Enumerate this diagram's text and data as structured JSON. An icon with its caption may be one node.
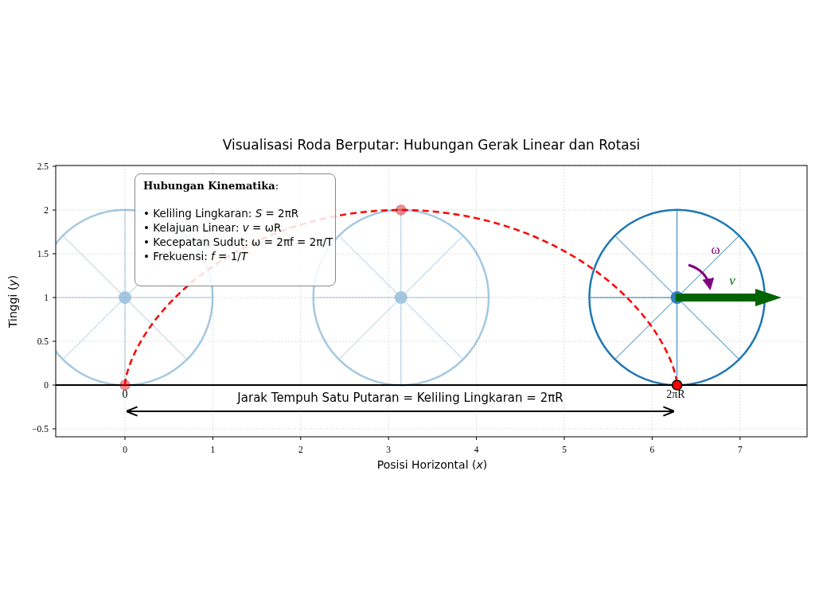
{
  "diagram": {
    "title": "Visualisasi Roda Berputar: Hubungan Gerak Linear dan Rotasi",
    "nodes": [
      {
        "text": [
          "**Hubungan Kinematika**:",
          "• Keliling Lingkaran: *S* = 2πR",
          "• Kelajuan Linear: *v* = ωR",
          "• Kecepatan Sudut: ω = 2πf = 2π/T",
          "• Frekuensi: *f* = 1/*T*"
        ]
      }
    ],
    "labels": [
      "ω",
      "*v*",
      "0",
      "2πR",
      "Jarak Tempuh Satu Putaran = Keliling Lingkaran = 2πR",
      "2.5",
      "2",
      "1.5",
      "1",
      "0.5",
      "0",
      "−0.5",
      "0",
      "1",
      "2",
      "3",
      "4",
      "5",
      "6",
      "7",
      "Tinggi (*y*)",
      "Posisi Horizontal (*x*)"
    ]
  }
}
